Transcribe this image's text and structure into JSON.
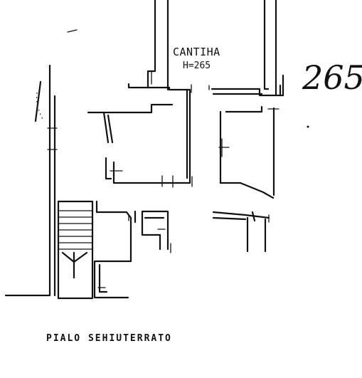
{
  "plan": {
    "room_label": "CANTIHA",
    "room_height": "H=265",
    "sheet_number": "265",
    "floor_title": "PIALO SEHIUTERRATO"
  }
}
